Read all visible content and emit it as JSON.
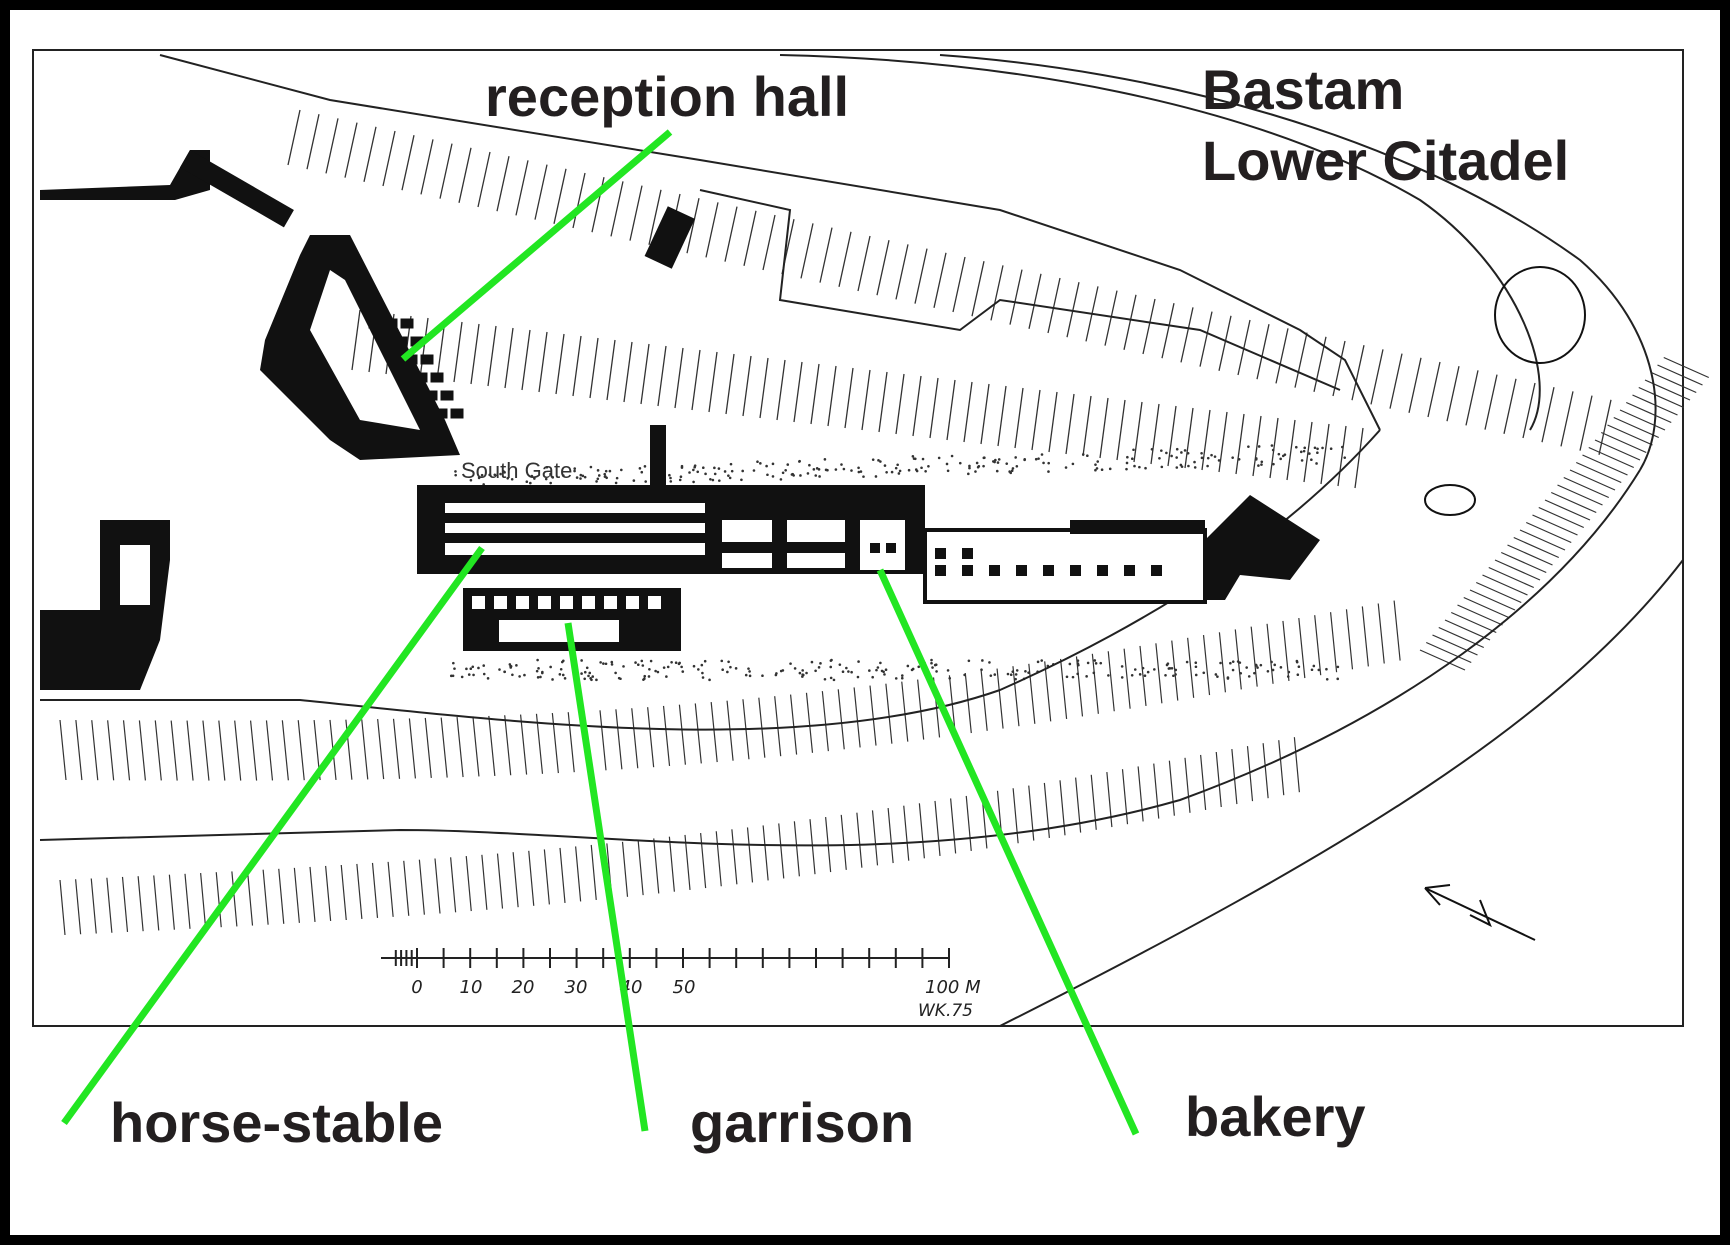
{
  "title": {
    "line1": "Bastam",
    "line2": "Lower Citadel"
  },
  "labels": {
    "reception_hall": "reception hall",
    "horse_stable": "horse-stable",
    "garrison": "garrison",
    "bakery": "bakery",
    "south_gate": "South Gate"
  },
  "scale_bar": {
    "ticks": [
      "0",
      "10",
      "20",
      "30",
      "40",
      "50"
    ],
    "end_label": "100 M",
    "signature": "WK.75"
  },
  "colors": {
    "pointer": "#22e622",
    "ink": "#111111",
    "frame": "#000000",
    "paper": "#ffffff"
  }
}
